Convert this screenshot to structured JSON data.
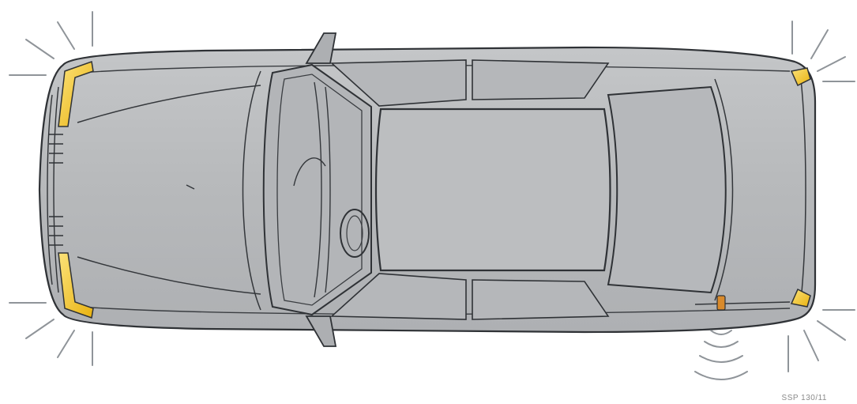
{
  "figure": {
    "reference_code": "SSP 130/11"
  },
  "colors": {
    "body_fill": "#b9bbbd",
    "roof_fill": "#bdbfc1",
    "outline": "#2f3236",
    "indicator_amber": "#f2c21a",
    "flash_ray": "#8f9499",
    "sensor_orange": "#d98a2b"
  },
  "icons": [
    "car-top-view",
    "flashing-indicator-rays",
    "signal-waves-icon"
  ]
}
